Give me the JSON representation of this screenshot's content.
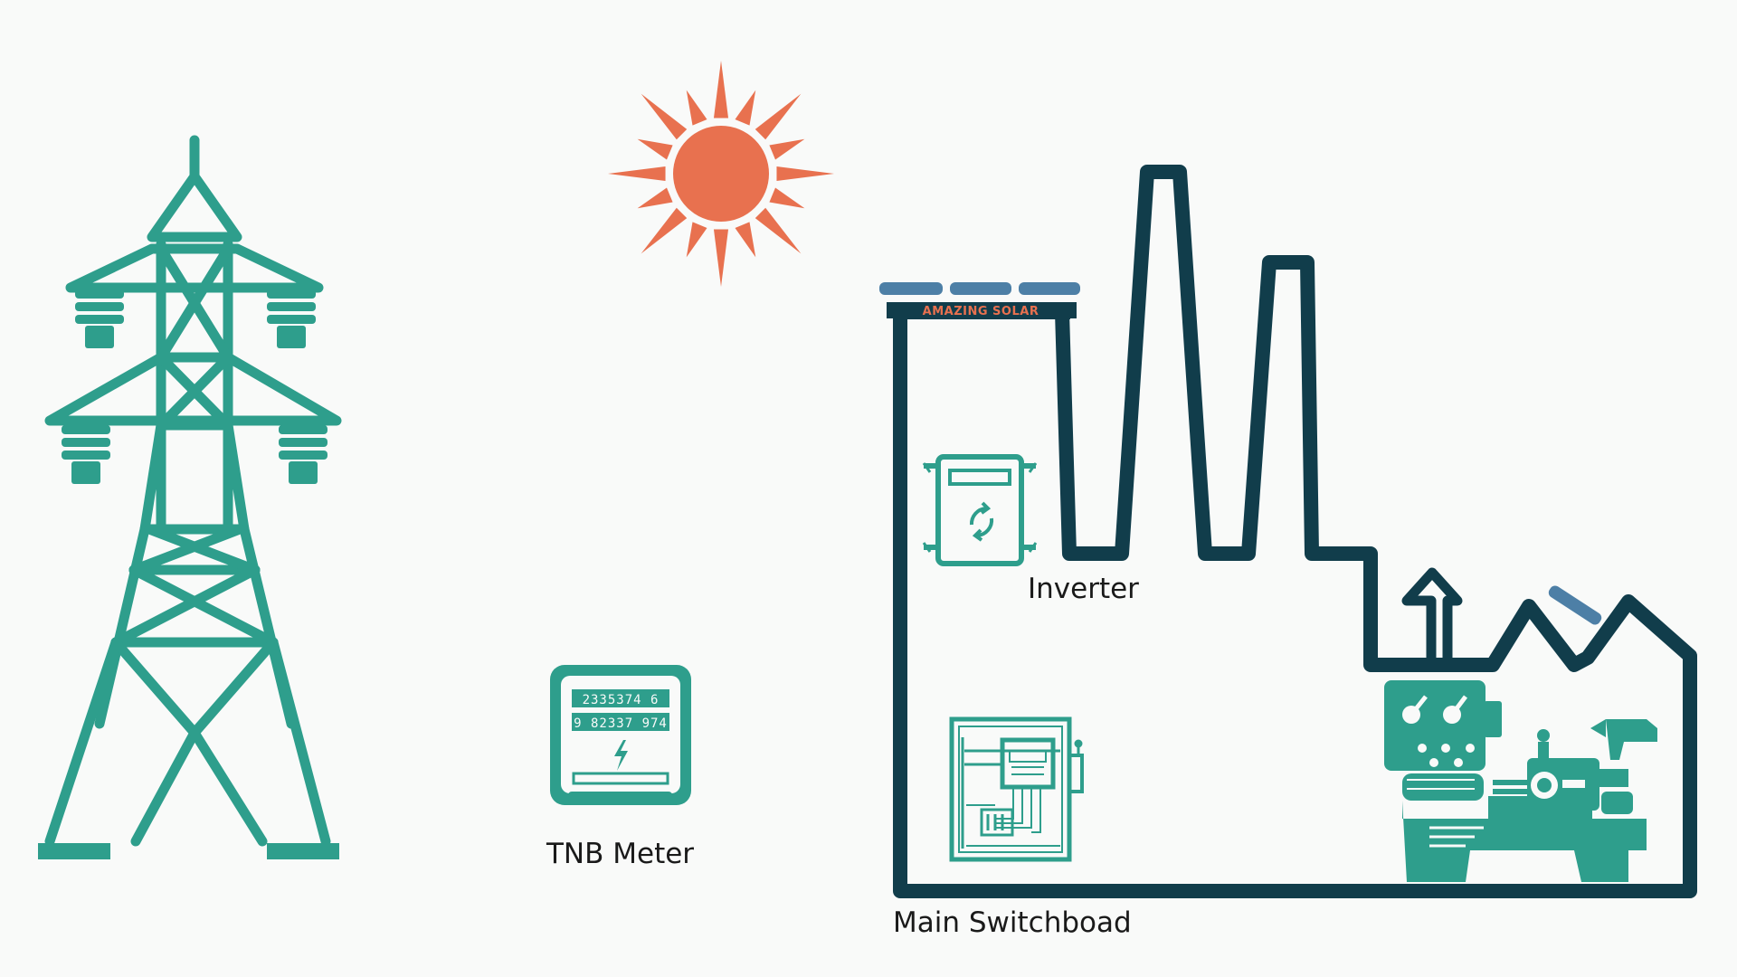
{
  "labels": {
    "inverter": "Inverter",
    "tnb_meter": "TNB Meter",
    "main_switchboard": "Main Switchboad",
    "brand": "AMAZING SOLAR"
  },
  "meter_digits": {
    "row1": "2335374 6",
    "row2": "9 82337 974"
  },
  "icons": {
    "tower": "transmission-tower-icon",
    "sun": "sun-icon",
    "meter": "electricity-meter-icon",
    "inverter": "inverter-icon",
    "switchboard": "switchboard-icon",
    "machine": "industrial-machine-icon",
    "factory": "factory-outline",
    "panels": "solar-panel-icon"
  },
  "colors": {
    "teal": "#2e9e8c",
    "navy": "#113d4b",
    "sun": "#e8714f",
    "panel": "#4d7fa6",
    "background": "#f9faf9"
  }
}
